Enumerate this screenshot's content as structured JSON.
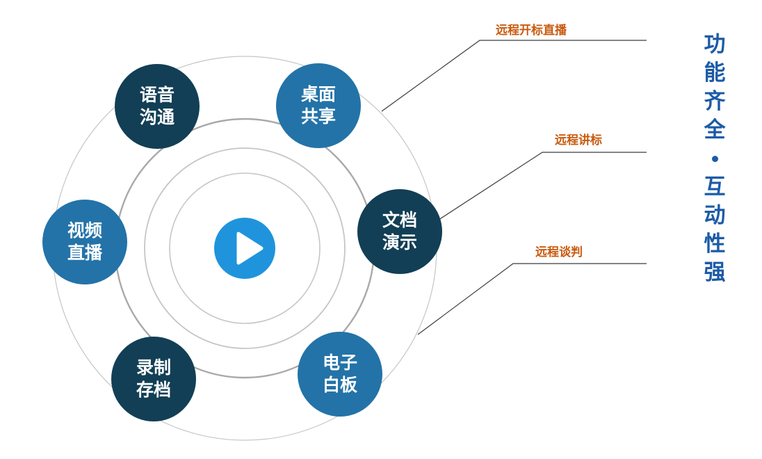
{
  "colors": {
    "dark_node": "#123f55",
    "light_node": "#2373a8",
    "play_button": "#1f94dc",
    "callout_text": "#c85a0f",
    "slogan_text": "#1c5ba6",
    "ring_thin": "#c6c6c6",
    "ring_thick": "#a9a9a9",
    "leader_line": "#3a3a3a"
  },
  "center": {
    "icon": "play-icon"
  },
  "nodes": [
    {
      "id": "voice-chat",
      "line1": "语音",
      "line2": "沟通",
      "tone": "dark"
    },
    {
      "id": "desktop-share",
      "line1": "桌面",
      "line2": "共享",
      "tone": "light"
    },
    {
      "id": "doc-presentation",
      "line1": "文档",
      "line2": "演示",
      "tone": "dark"
    },
    {
      "id": "video-live",
      "line1": "视频",
      "line2": "直播",
      "tone": "light"
    },
    {
      "id": "record-archive",
      "line1": "录制",
      "line2": "存档",
      "tone": "dark"
    },
    {
      "id": "whiteboard",
      "line1": "电子",
      "line2": "白板",
      "tone": "light"
    }
  ],
  "callouts": [
    {
      "id": "remote-bid-opening-live",
      "label": "远程开标直播"
    },
    {
      "id": "remote-bid-presentation",
      "label": "远程讲标"
    },
    {
      "id": "remote-negotiation",
      "label": "远程谈判"
    }
  ],
  "slogan": {
    "part1": [
      "功",
      "能",
      "齐",
      "全"
    ],
    "part2": [
      "互",
      "动",
      "性",
      "强"
    ]
  }
}
